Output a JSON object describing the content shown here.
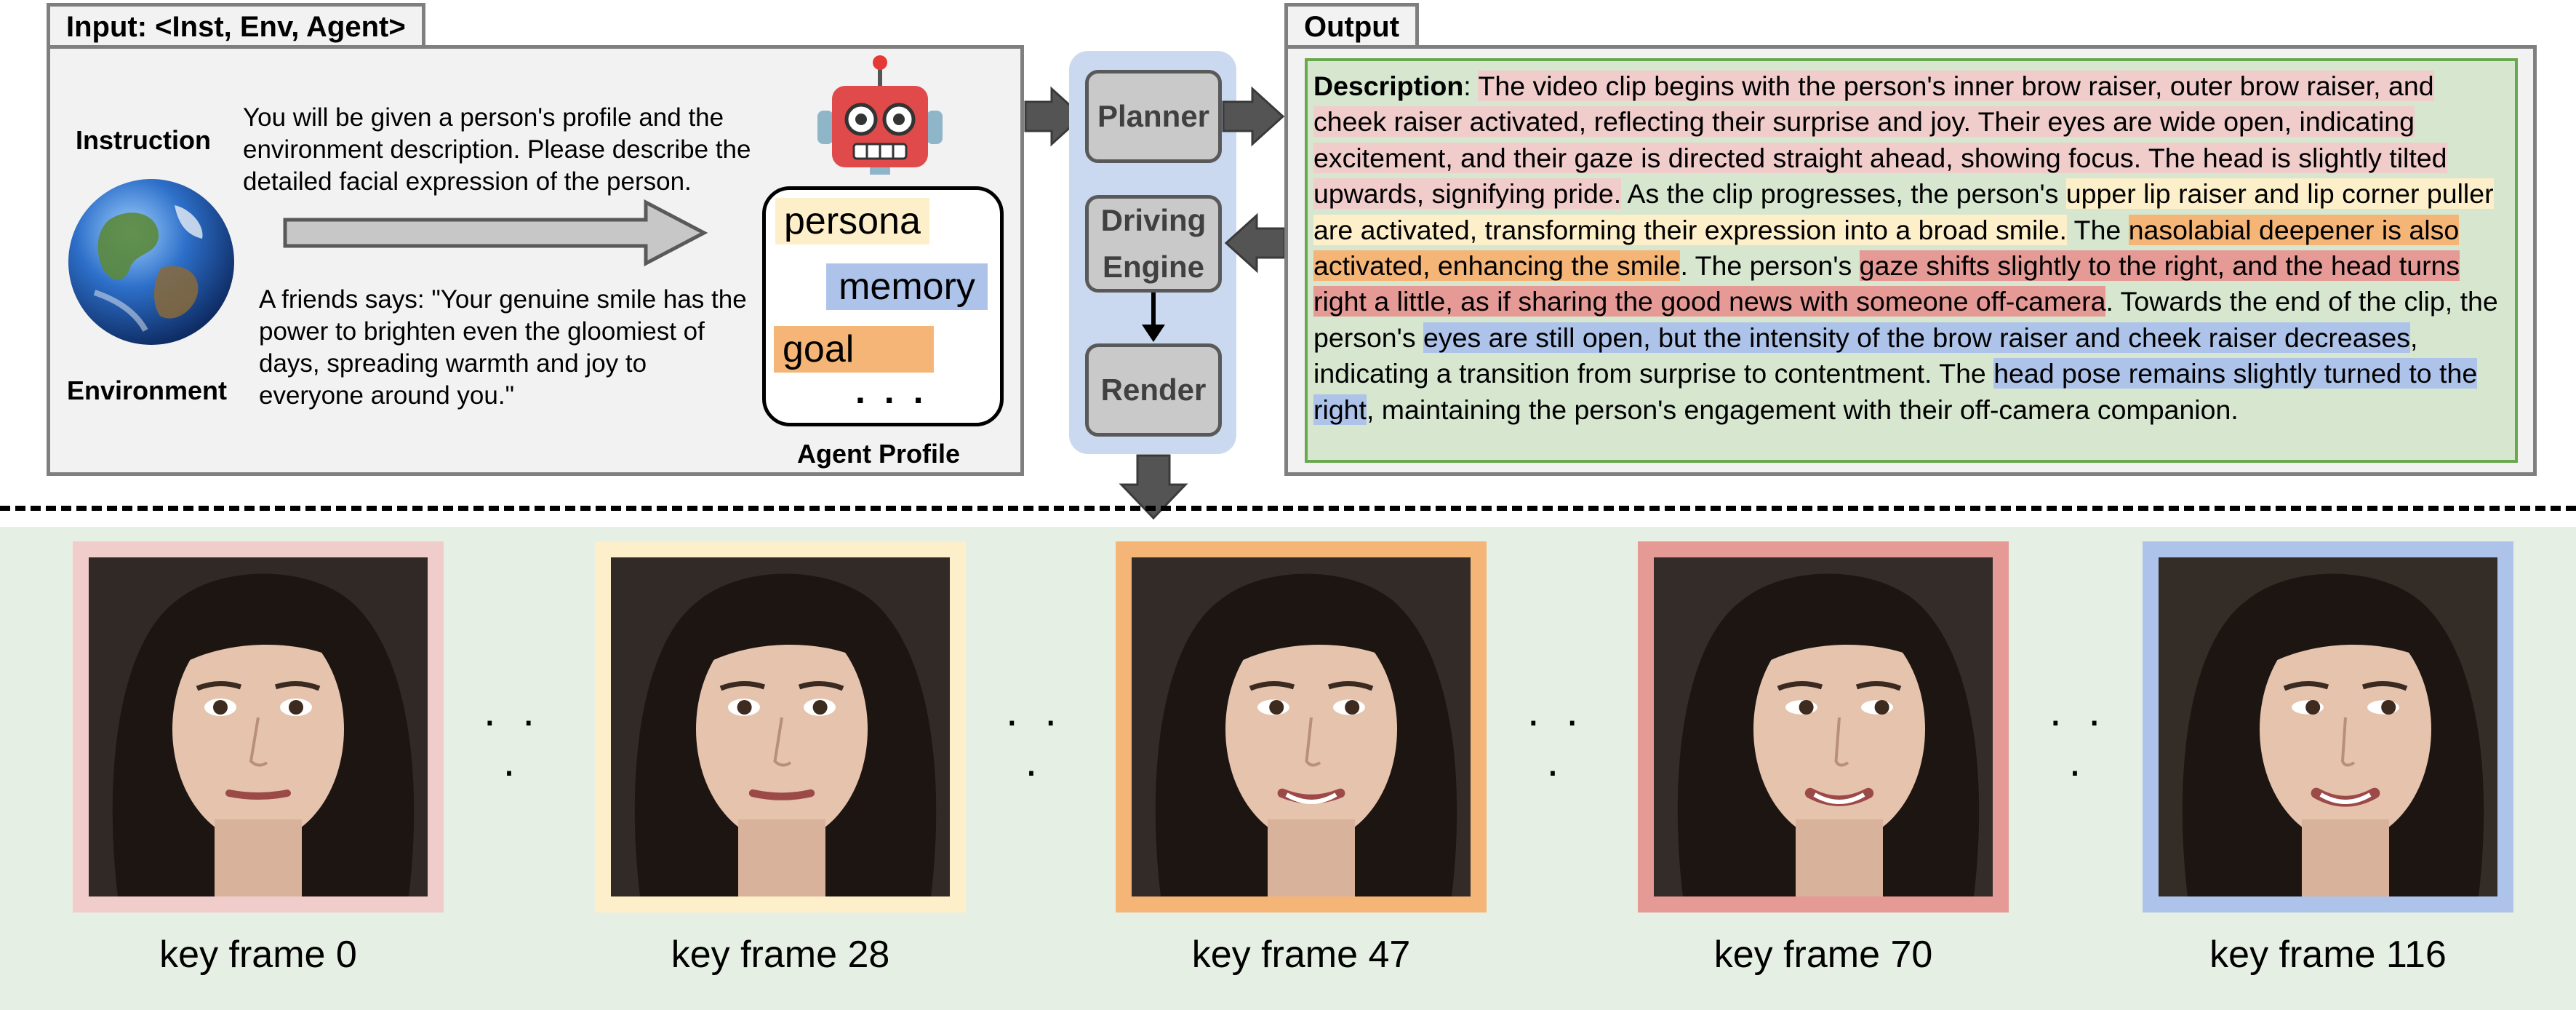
{
  "input_panel": {
    "title": "Input: <Inst, Env, Agent>",
    "instruction_label": "Instruction",
    "environment_label": "Environment",
    "instruction_text": "You will be given a person's profile and the environment description. Please describe the detailed facial expression of the person.",
    "environment_text": "A friends says: \"Your genuine smile has the power to brighten even the gloomiest of days, spreading warmth and joy to everyone around you.\"",
    "agent_profile": {
      "label": "Agent Profile",
      "items": [
        "persona",
        "memory",
        "goal"
      ],
      "ellipsis": ". . ."
    }
  },
  "pipeline": {
    "stages": [
      "Planner",
      "Driving Engine",
      "Render"
    ]
  },
  "output_panel": {
    "title": "Output",
    "description_label": "Description",
    "segments": [
      {
        "text": ": ",
        "hl": "none"
      },
      {
        "text": "The video clip begins with the person's inner brow raiser, outer brow raiser, and cheek raiser activated, reflecting their surprise and joy. Their eyes are wide open, indicating excitement, and their gaze is directed straight ahead, showing focus. The head is slightly tilted upwards, signifying pride.",
        "hl": "pink"
      },
      {
        "text": " As the clip progresses, the person's ",
        "hl": "none"
      },
      {
        "text": "upper lip raiser and lip corner puller are activated, transforming their expression into a broad smile.",
        "hl": "yellow"
      },
      {
        "text": " The ",
        "hl": "none"
      },
      {
        "text": "nasolabial deepener is also activated, enhancing the smile",
        "hl": "orange"
      },
      {
        "text": ". The person's ",
        "hl": "none"
      },
      {
        "text": "gaze shifts slightly to the right, and the head turns right a little, as if sharing the good news with someone off-camera",
        "hl": "red"
      },
      {
        "text": ". Towards the end of the clip, the person's ",
        "hl": "none"
      },
      {
        "text": "eyes are still open, but the intensity of the brow raiser and cheek raiser decreases",
        "hl": "blue"
      },
      {
        "text": ", indicating a transition from surprise to contentment. The ",
        "hl": "none"
      },
      {
        "text": "head pose remains slightly turned to the right",
        "hl": "blue"
      },
      {
        "text": ", maintaining the person's engagement with their off-camera companion.",
        "hl": "none"
      }
    ]
  },
  "keyframes": [
    {
      "caption": "key frame 0",
      "border_color": "#f0cccb",
      "turn": 0
    },
    {
      "caption": "key frame 28",
      "border_color": "#fdefc9",
      "turn": 0.05
    },
    {
      "caption": "key frame 47",
      "border_color": "#f5b577",
      "turn": 0.35
    },
    {
      "caption": "key frame 70",
      "border_color": "#e59a96",
      "turn": 0.55
    },
    {
      "caption": "key frame 116",
      "border_color": "#adc3ea",
      "turn": 0.6
    }
  ],
  "frame_separator": ". . .",
  "colors": {
    "pink": "#f0cccb",
    "yellow": "#fdefc9",
    "orange": "#f5b577",
    "red": "#e59a96",
    "blue": "#adc3ea",
    "description_bg": "#d6e6cf",
    "pipeline_bg": "#cbd9f0"
  }
}
